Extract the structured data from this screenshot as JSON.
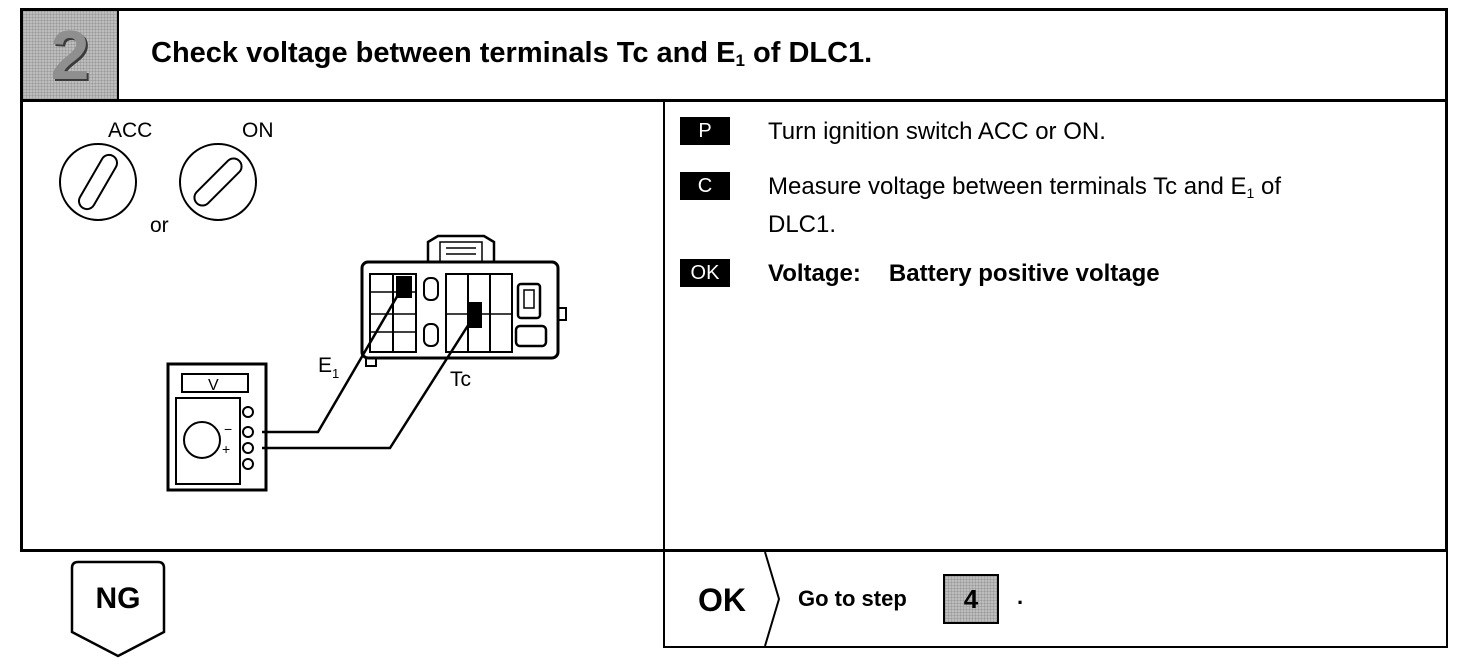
{
  "header": {
    "step_number": "2",
    "title_prefix": "Check voltage between terminals Tc and E",
    "title_subscript": "1",
    "title_suffix": " of DLC1."
  },
  "figure": {
    "acc_label": "ACC",
    "on_label": "ON",
    "or_label": "or",
    "e1_label": "E",
    "e1_sub": "1",
    "tc_label": "Tc",
    "meter_label": "V",
    "minus_label": "−",
    "plus_label": "+"
  },
  "instructions": [
    {
      "tag": "P",
      "text": "Turn ignition switch ACC or ON."
    },
    {
      "tag": "C",
      "line1_prefix": "Measure voltage between terminals Tc and E",
      "line1_sub": "1",
      "line1_suffix": " of",
      "line2": "DLC1."
    },
    {
      "tag": "OK",
      "label": "Voltage:",
      "value": "Battery positive voltage"
    }
  ],
  "result_ok": {
    "label": "OK",
    "goto_text": "Go to step",
    "goto_step": "4",
    "period": "."
  },
  "result_ng": {
    "label": "NG"
  }
}
